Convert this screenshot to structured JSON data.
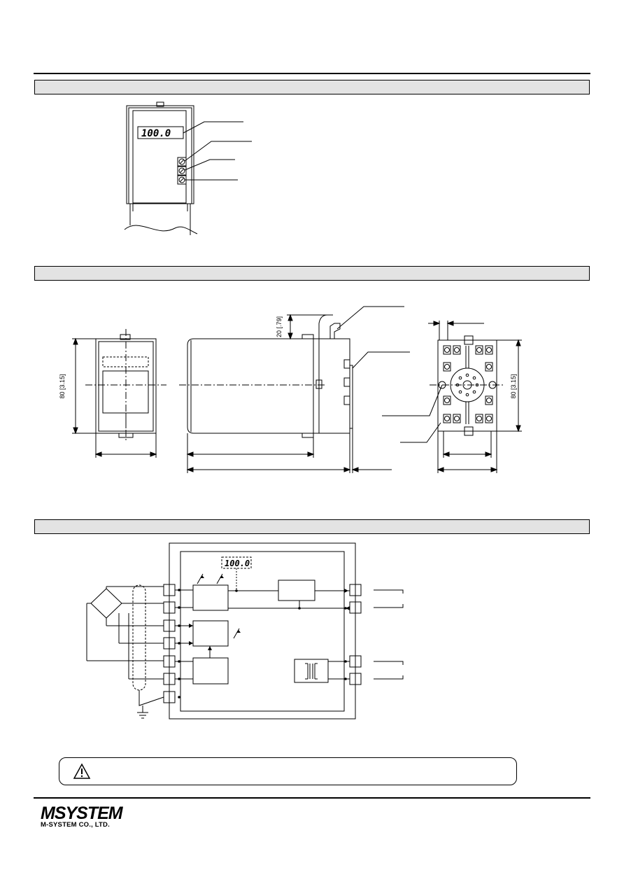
{
  "front_panel": {
    "display_value": "100.0"
  },
  "dimensions": {
    "height_label": "80 [3.15]",
    "socket_height_label": "80 [3.15]",
    "clearance_label": "20 [.79]"
  },
  "block_diagram": {
    "display_value": "100.0"
  },
  "branding": {
    "logo_text": "MSYSTEM",
    "company_name": "M-SYSTEM CO., LTD."
  },
  "icons": {
    "warning": "warning-triangle-icon",
    "trimmer": "trimmer-screw-icon",
    "ground": "ground-icon",
    "isolation": "isolation-transformer-icon"
  },
  "colors": {
    "section_bar": "#e3e3e3",
    "line": "#000000"
  }
}
